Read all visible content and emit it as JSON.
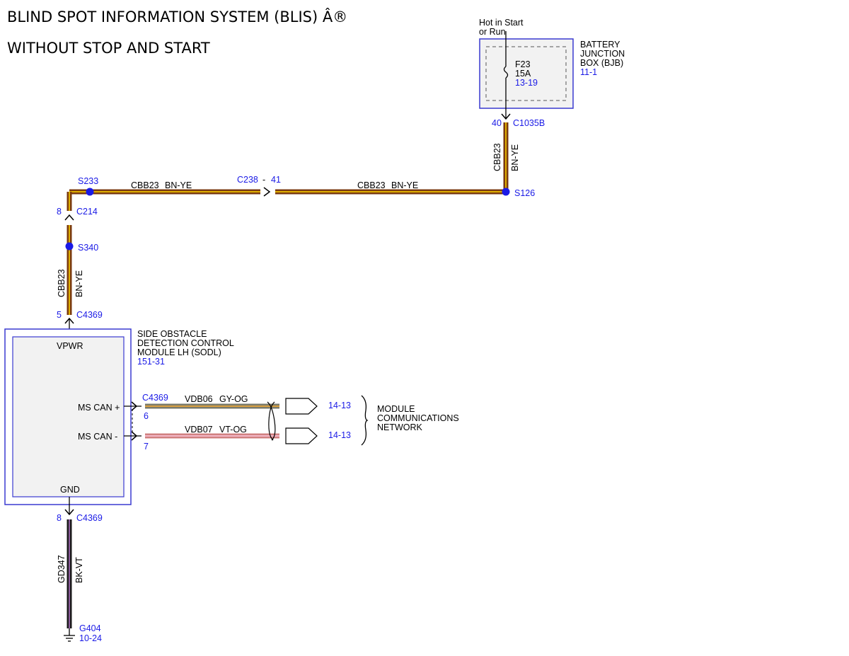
{
  "title": {
    "line1": "BLIND SPOT INFORMATION SYSTEM (BLIS) Â®",
    "line2": "WITHOUT STOP AND START"
  },
  "bjb": {
    "hot_line1": "Hot in Start",
    "hot_line2": "or Run",
    "fuse": "F23",
    "rating": "15A",
    "fuse_ref": "13-19",
    "name_line1": "BATTERY",
    "name_line2": "JUNCTION",
    "name_line3": "BOX (BJB)",
    "ref": "11-1",
    "pin": "40",
    "connector": "C1035B"
  },
  "splices": {
    "s126": "S126",
    "s233": "S233",
    "s340": "S340"
  },
  "wires": {
    "cbb23": "CBB23",
    "bn_ye": "BN-YE",
    "vdb06": "VDB06",
    "gy_og": "GY-OG",
    "vdb07": "VDB07",
    "vt_og": "VT-OG",
    "gd347": "GD347",
    "bk_vt": "BK-VT"
  },
  "connectors": {
    "c238": "C238",
    "c238_sep": "-",
    "c238_pin": "41",
    "c214": "C214",
    "c214_pin": "8",
    "c4369": "C4369",
    "c4369_vpwr_pin": "5",
    "c4369_canp_pin": "6",
    "c4369_canm_pin": "7",
    "c4369_gnd_pin": "8"
  },
  "module": {
    "name_line1": "SIDE OBSTACLE",
    "name_line2": "DETECTION CONTROL",
    "name_line3": "MODULE LH (SODL)",
    "ref": "151-31",
    "vpwr": "VPWR",
    "ms_can_plus": "MS CAN +",
    "ms_can_minus": "MS CAN -",
    "gnd": "GND"
  },
  "network": {
    "ref1": "14-13",
    "ref2": "14-13",
    "line1": "MODULE",
    "line2": "COMMUNICATIONS",
    "line3": "NETWORK"
  },
  "ground": {
    "name": "G404",
    "ref": "10-24"
  },
  "colors": {
    "bn_ye_outer": "#7a3a10",
    "bn_ye_inner": "#e0b000",
    "gy_og_outer": "#7a7a6a",
    "gy_og_inner": "#d9a040",
    "vt_og_outer": "#d08080",
    "vt_og_inner": "#f4b8c8",
    "bk_vt_outer": "#1a1a1a",
    "bk_vt_inner": "#8a5a9a",
    "box_blue": "#3a3ad0",
    "ref_blue": "#1a1ae6"
  }
}
